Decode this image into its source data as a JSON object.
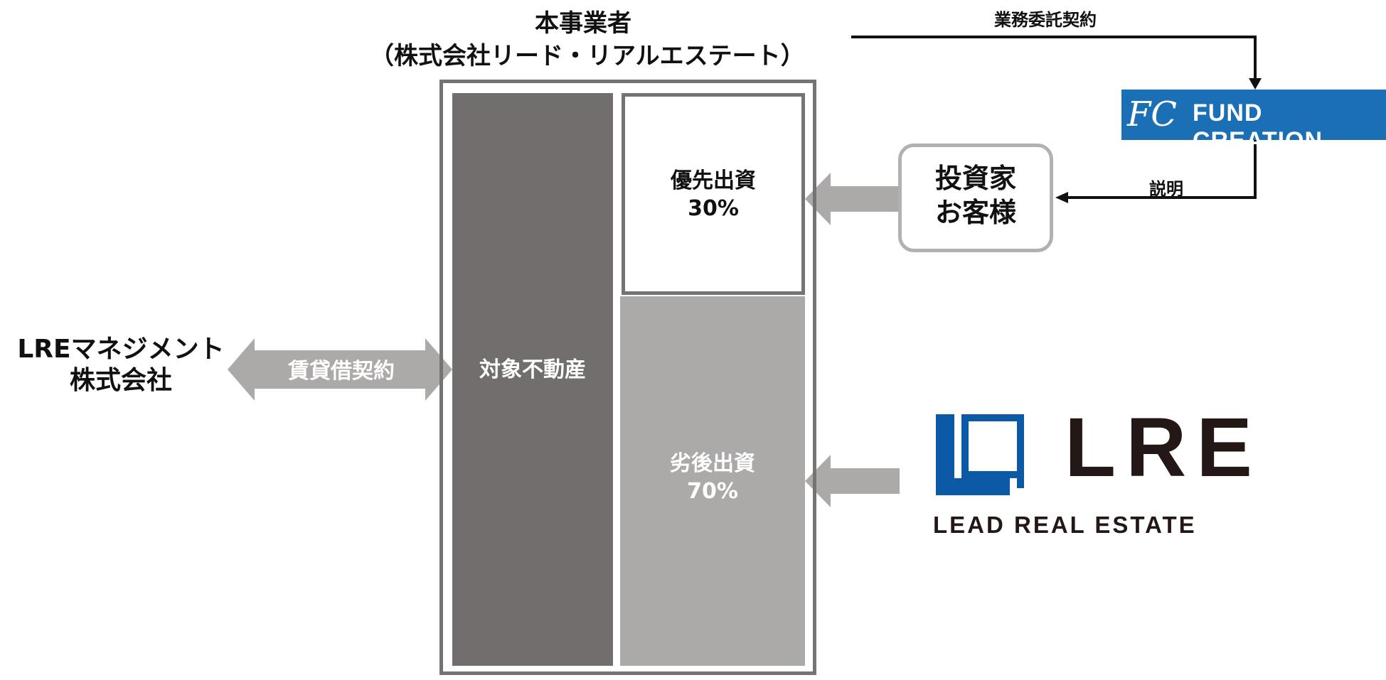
{
  "diagram": {
    "title_line1": "本事業者",
    "title_line2": "（株式会社リード・リアルエステート）",
    "asset_label": "対象不動産",
    "senior": {
      "label": "優先出資",
      "percent": "30%"
    },
    "junior": {
      "label": "劣後出資",
      "percent": "70%"
    },
    "management": {
      "line1": "LREマネジメント",
      "line2": "株式会社"
    },
    "lease_label": "賃貸借契約",
    "investor": {
      "line1": "投資家",
      "line2": "お客様"
    },
    "consignment_label": "業務委託契約",
    "explanation_label": "説明",
    "fund_creation_logo": {
      "mark": "FC",
      "text": "FUND CREATION"
    },
    "lre_logo": {
      "letters": "LRE",
      "tagline": "LEAD REAL ESTATE"
    }
  },
  "colors": {
    "dark_gray": "#716e6d",
    "light_gray": "#acaaa9",
    "border_gray": "#767473",
    "fund_creation_blue": "#1a6fb5",
    "lre_blue": "#0c5aa6"
  }
}
